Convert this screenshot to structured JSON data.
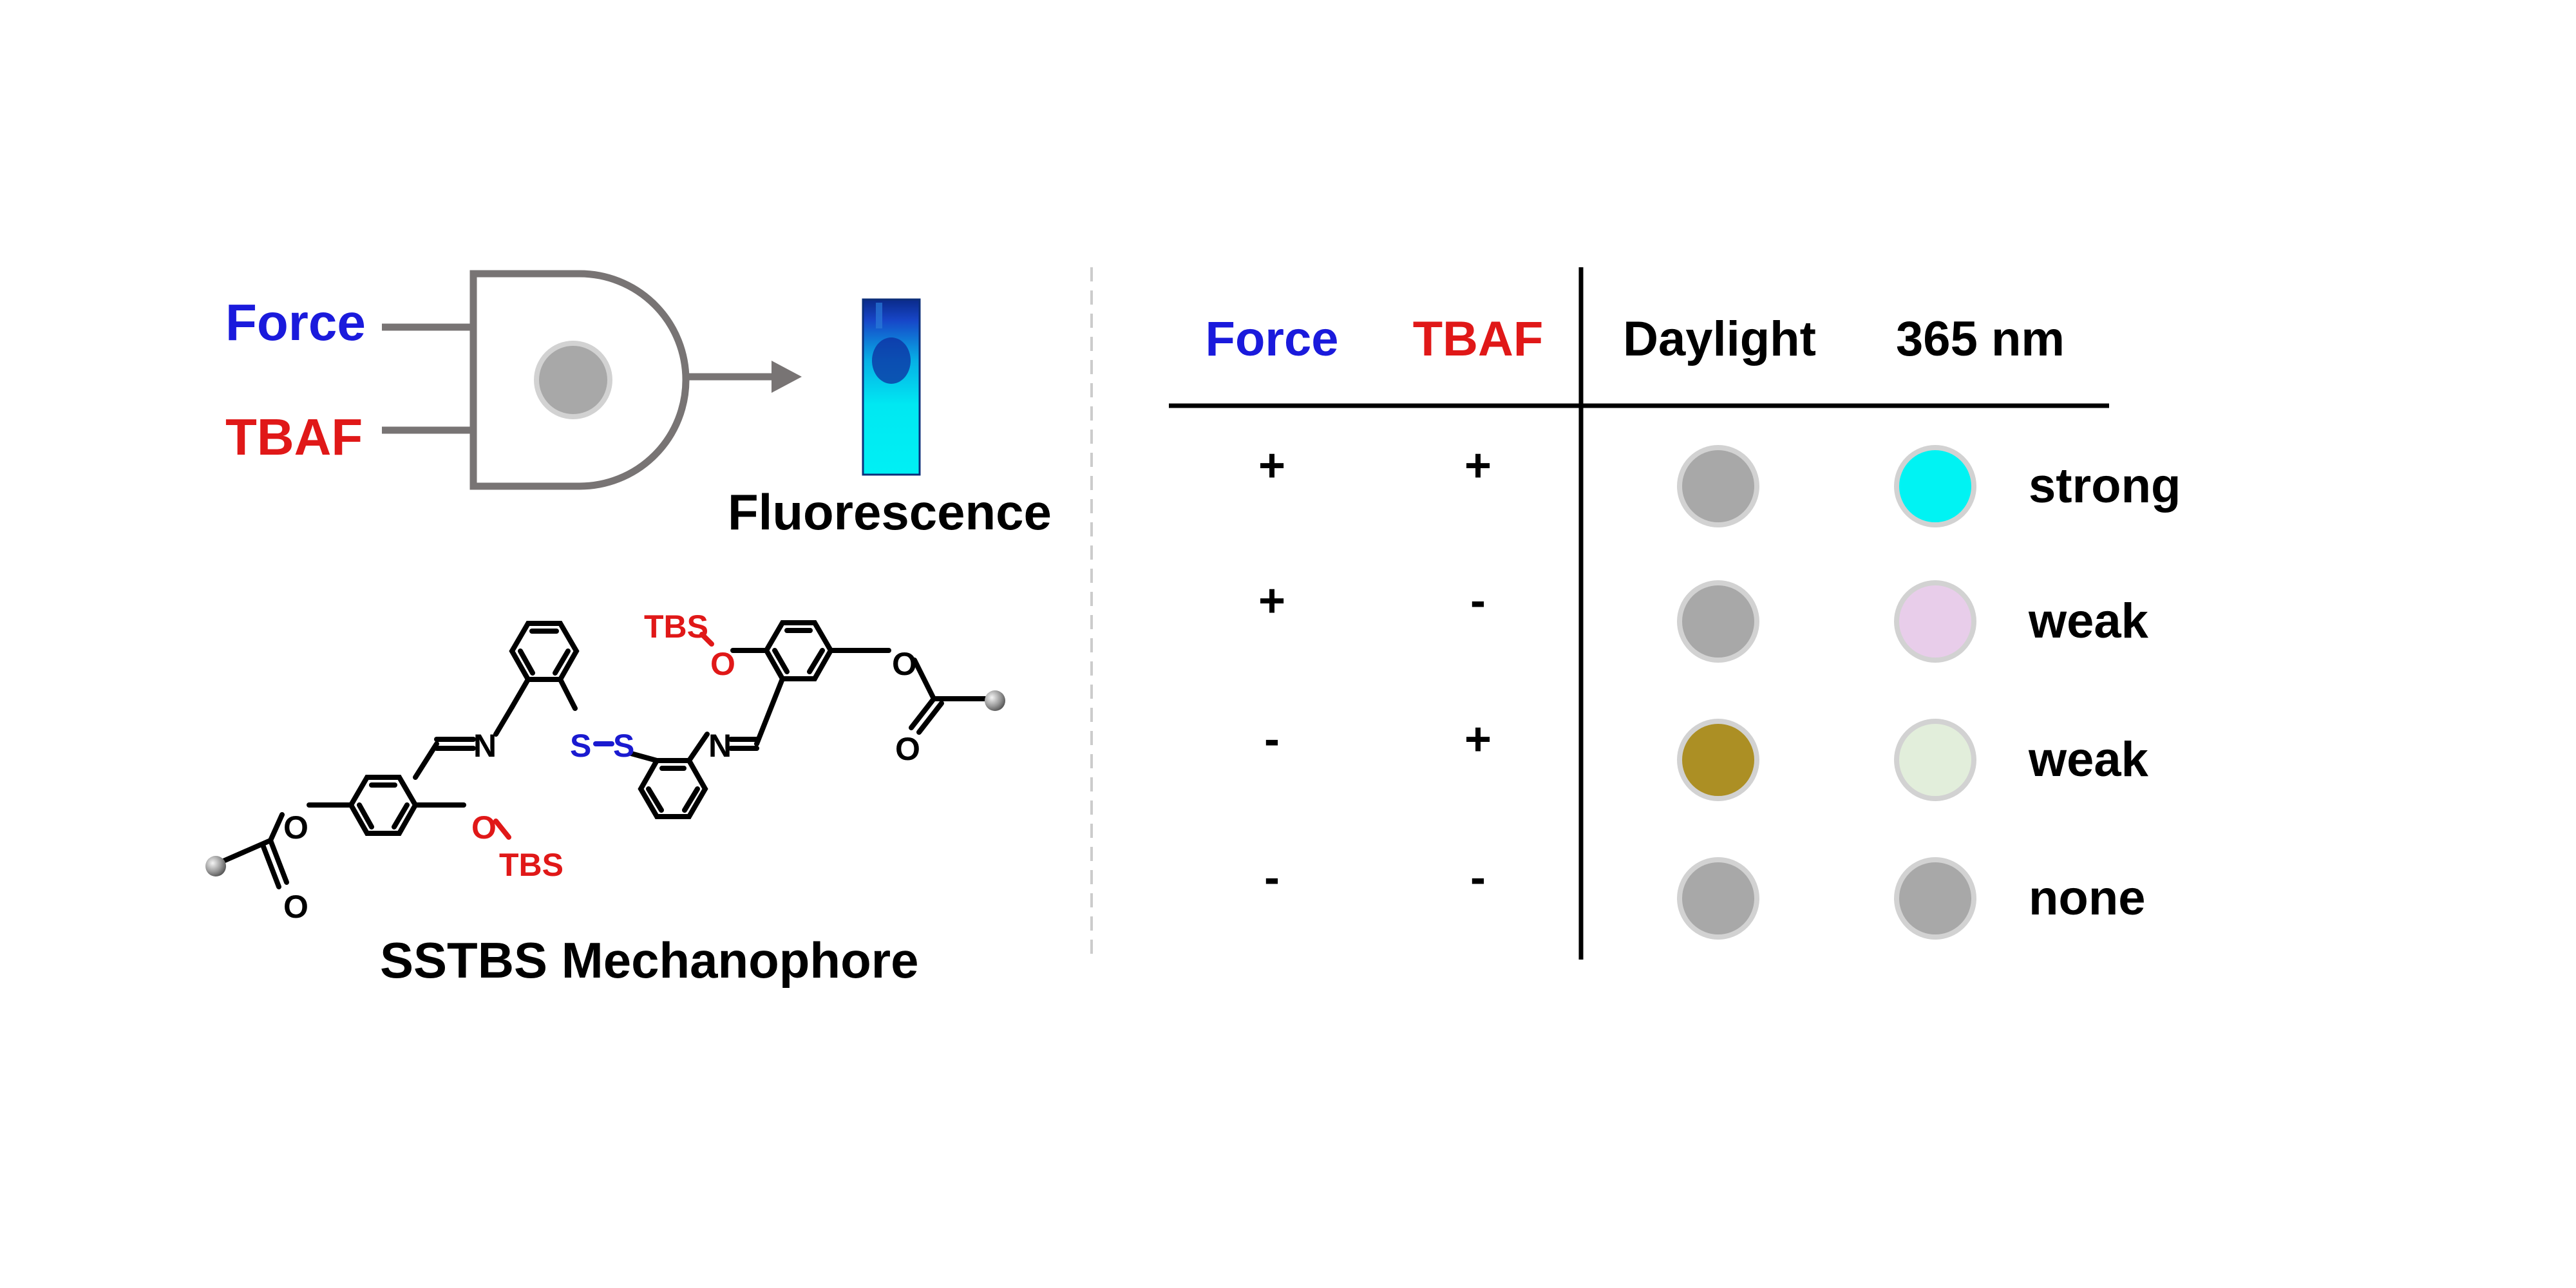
{
  "gate": {
    "input_a": "Force",
    "input_b": "TBAF",
    "output": "Fluorescence"
  },
  "molecule": {
    "caption": "SSTBS Mechanophore",
    "labels": {
      "tbs": "TBS",
      "o": "O",
      "n": "N",
      "s": "S"
    }
  },
  "table": {
    "headers": {
      "force": "Force",
      "tbaf": "TBAF",
      "daylight": "Daylight",
      "uv": "365 nm"
    },
    "rows": [
      {
        "force": "+",
        "tbaf": "+",
        "daylight": "#a8a8a8",
        "uv": "#00f3f3",
        "intensity": "strong"
      },
      {
        "force": "+",
        "tbaf": "-",
        "daylight": "#a8a8a8",
        "uv": "#e8cdea",
        "intensity": "weak"
      },
      {
        "force": "-",
        "tbaf": "+",
        "daylight": "#ac8f24",
        "uv": "#e2eedb",
        "intensity": "weak"
      },
      {
        "force": "-",
        "tbaf": "-",
        "daylight": "#a8a8a8",
        "uv": "#a8a8a8",
        "intensity": "none"
      }
    ]
  },
  "colors": {
    "force": "#1a1adc",
    "tbaf": "#e01818",
    "sulfur": "#1a1ad0",
    "gate_stroke": "#787474",
    "circle_border": "#d2d2d2",
    "vial_glow": "#00e5f0"
  }
}
